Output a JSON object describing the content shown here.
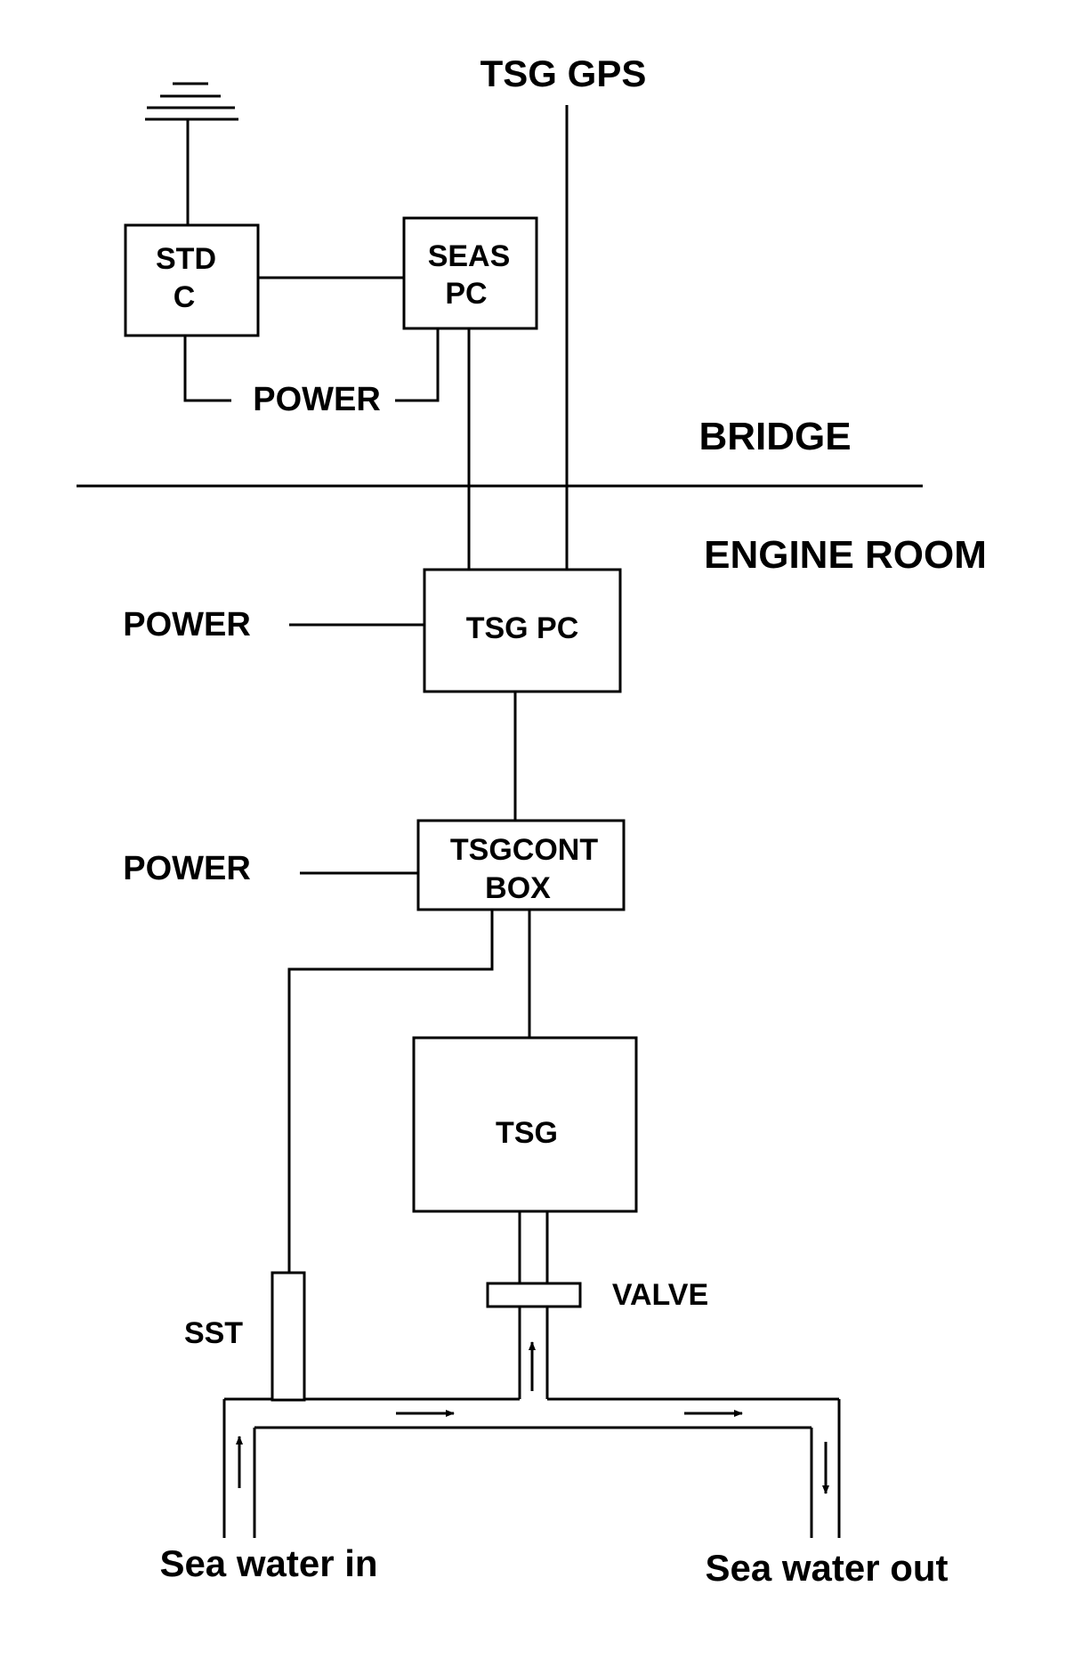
{
  "labels": {
    "tsg_gps": "TSG GPS",
    "std_c_line1": "STD",
    "std_c_line2": "C",
    "seas_pc_line1": "SEAS",
    "seas_pc_line2": "PC",
    "power_bridge": "POWER",
    "bridge": "BRIDGE",
    "engine_room": "ENGINE ROOM",
    "tsg_pc": "TSG PC",
    "power_tsg_pc": "POWER",
    "tsgcont_line1": "TSGCONT",
    "tsgcont_line2": "BOX",
    "power_tsgcont": "POWER",
    "tsg": "TSG",
    "valve": "VALVE",
    "sst": "SST",
    "sea_water_in": "Sea water in",
    "sea_water_out": "Sea water out"
  }
}
